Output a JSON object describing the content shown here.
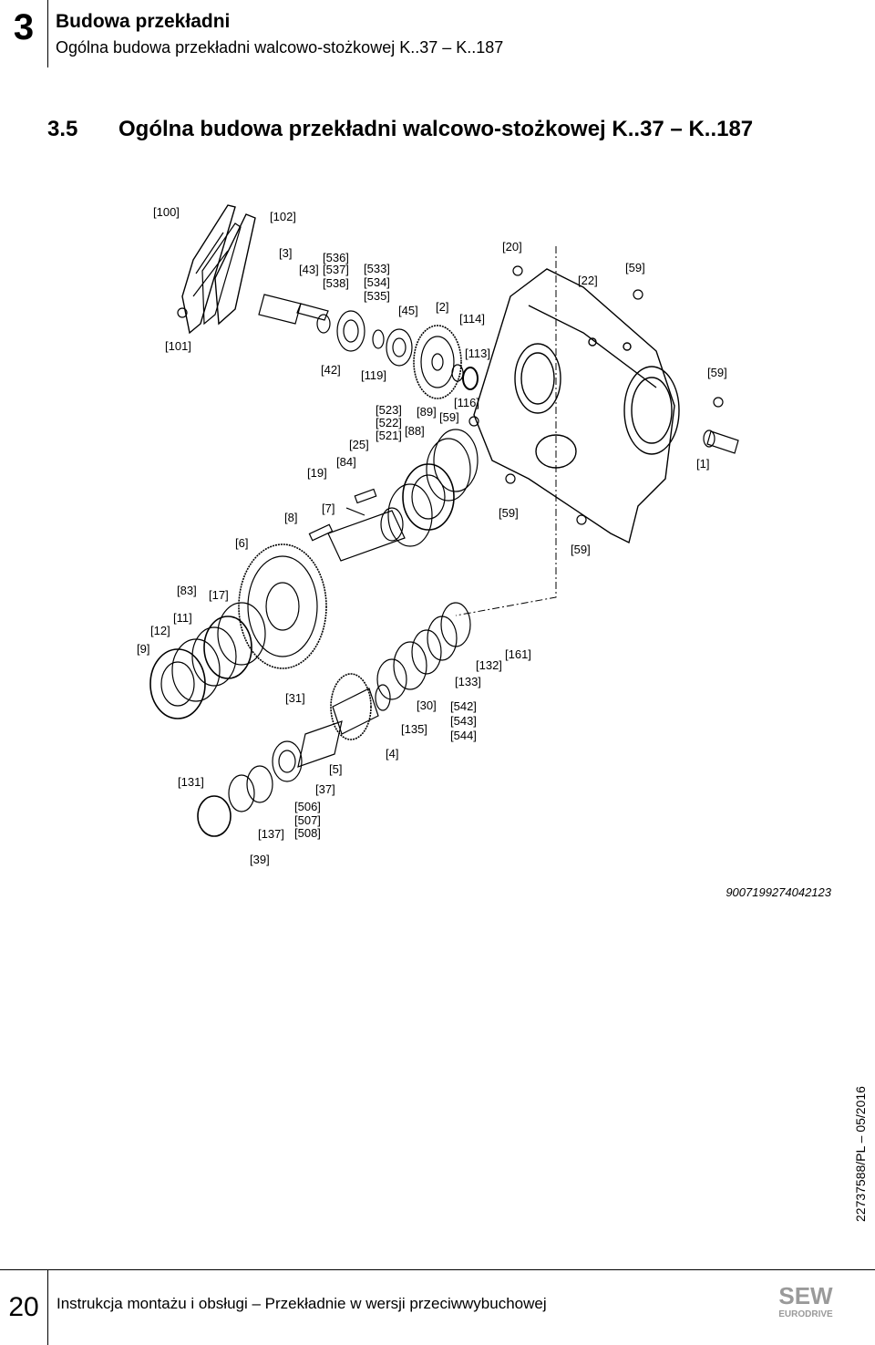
{
  "header": {
    "chapter_number": "3",
    "title": "Budowa przekładni",
    "subtitle": "Ogólna budowa przekładni walcowo-stożkowej K..37 – K..187"
  },
  "section": {
    "number": "3.5",
    "title": "Ogólna budowa przekładni walcowo-stożkowej K..37 – K..187"
  },
  "drawing": {
    "labels": {
      "l100": "[100]",
      "l102": "[102]",
      "l3": "[3]",
      "l536": "[536]",
      "l43": "[43]",
      "l537": "[537]",
      "l538": "[538]",
      "l533": "[533]",
      "l534": "[534]",
      "l535": "[535]",
      "l45": "[45]",
      "l2": "[2]",
      "l114": "[114]",
      "l20": "[20]",
      "l22": "[22]",
      "l59a": "[59]",
      "l101": "[101]",
      "l113": "[113]",
      "l42": "[42]",
      "l119": "[119]",
      "l59b": "[59]",
      "l116": "[116]",
      "l523": "[523]",
      "l89": "[89]",
      "l59c": "[59]",
      "l522": "[522]",
      "l88": "[88]",
      "l521": "[521]",
      "l25": "[25]",
      "l84": "[84]",
      "l19": "[19]",
      "l1": "[1]",
      "l7": "[7]",
      "l8": "[8]",
      "l59d": "[59]",
      "l6": "[6]",
      "l59e": "[59]",
      "l83": "[83]",
      "l17": "[17]",
      "l11": "[11]",
      "l12": "[12]",
      "l9": "[9]",
      "l161": "[161]",
      "l132": "[132]",
      "l133": "[133]",
      "l31": "[31]",
      "l30": "[30]",
      "l542": "[542]",
      "l543": "[543]",
      "l135": "[135]",
      "l544": "[544]",
      "l4": "[4]",
      "l5": "[5]",
      "l131": "[131]",
      "l37": "[37]",
      "l506": "[506]",
      "l507": "[507]",
      "l137": "[137]",
      "l508": "[508]",
      "l39": "[39]"
    }
  },
  "image_id": "9007199274042123",
  "side_code": "22737588/PL – 05/2016",
  "footer": {
    "page_number": "20",
    "text": "Instrukcja montażu i obsługi – Przekładnie w wersji przeciwwybuchowej",
    "logo_top": "SEW",
    "logo_bottom": "EURODRIVE"
  }
}
